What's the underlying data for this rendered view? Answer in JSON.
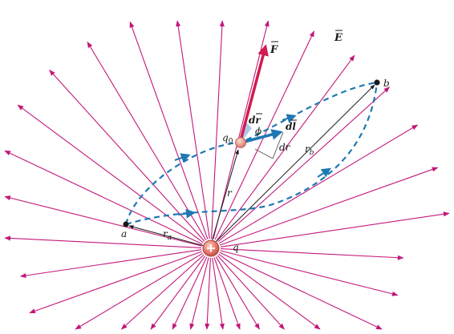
{
  "colors": {
    "field_line": "#c2187a",
    "force_arrow": "#d01c4e",
    "path_dashed": "#1f78b4",
    "radius_line": "#1a1a1a",
    "charge_fill": "#e8756a",
    "test_charge_fill": "#e8857a",
    "dl_arrow": "#1f78b4",
    "dr_wedge": "#8fb4e0"
  },
  "labels": {
    "force": "F",
    "field": "E",
    "point_a": "a",
    "point_b": "b",
    "test_charge": "q",
    "test_charge_sub": "0",
    "source_charge": "q",
    "plus": "+",
    "dr_vec": "dr",
    "dl_vec": "dl",
    "phi": "ϕ",
    "dr_scalar": "dr",
    "r_a": "r",
    "r_a_sub": "a",
    "r_b": "r",
    "r_b_sub": "b",
    "r": "r"
  }
}
